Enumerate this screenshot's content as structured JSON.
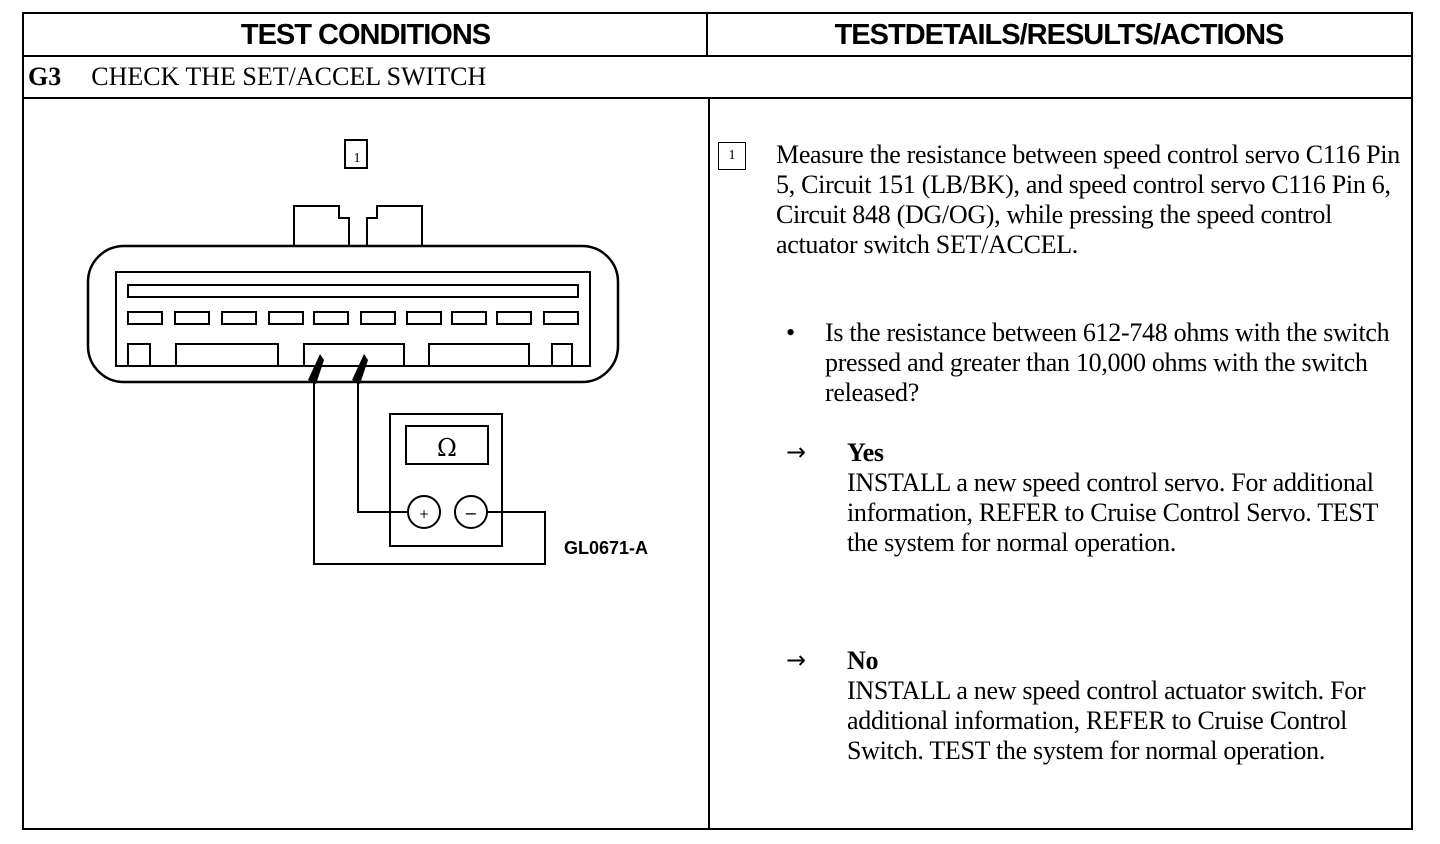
{
  "header": {
    "test_conditions": "TEST CONDITIONS",
    "test_details": "TESTDETAILS/RESULTS/ACTIONS"
  },
  "step": {
    "id": "G3",
    "title": "CHECK THE SET/ACCEL SWITCH"
  },
  "diagram": {
    "callout": "1",
    "meter_symbol": "Ω",
    "plus_symbol": "+",
    "minus_symbol": "−",
    "figure_code": "GL0671-A"
  },
  "details": {
    "callout": "1",
    "instruction": "Measure the resistance between speed control servo C116 Pin 5, Circuit 151 (LB/BK), and speed control servo C116 Pin 6, Circuit 848 (DG/OG), while pressing the speed control actuator switch SET/ACCEL.",
    "bullet_mark": "•",
    "question": "Is the resistance between 612-748 ohms with the switch pressed and greater than 10,000 ohms with the switch released?",
    "arrow_mark": "→",
    "yes": {
      "answer": "Yes",
      "action": "INSTALL a new speed control servo. For additional information, REFER to Cruise Control Servo. TEST the system for normal  operation."
    },
    "no": {
      "answer": "No",
      "action": "INSTALL a new speed control actuator switch. For additional information, REFER to Cruise Control Switch. TEST the system for normal  operation."
    }
  }
}
